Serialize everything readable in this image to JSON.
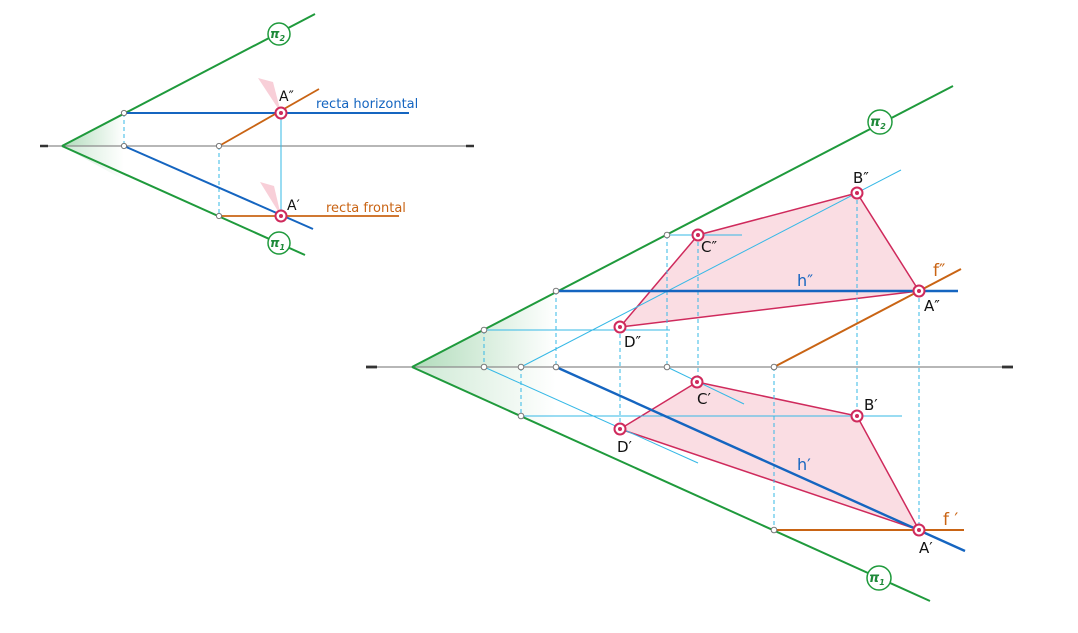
{
  "colors": {
    "plane_trace": "#1f9a3c",
    "ground_line": "#8c8c8c",
    "horizontal_line": "#1565c0",
    "frontal_line": "#c96414",
    "recall_line": "#35b8e6",
    "polygon_fill": "#f9d7de",
    "polygon_edge": "#cf2a5c",
    "point_marker": "#cf2a5c"
  },
  "left_figure": {
    "plane_v_label": "π",
    "plane_v_sub": "2",
    "plane_h_label": "π",
    "plane_h_sub": "1",
    "point_v_label": "A″",
    "point_h_label": "A′",
    "horizontal_line_label": "recta horizontal",
    "frontal_line_label": "recta frontal"
  },
  "right_figure": {
    "plane_v_label": "π",
    "plane_v_sub": "2",
    "plane_h_label": "π",
    "plane_h_sub": "1",
    "A_v": "A″",
    "B_v": "B″",
    "C_v": "C″",
    "D_v": "D″",
    "A_h": "A′",
    "B_h": "B′",
    "C_h": "C′",
    "D_h": "D′",
    "h_v": "h″",
    "h_h": "h′",
    "f_v": "f″",
    "f_h": "f ′"
  }
}
